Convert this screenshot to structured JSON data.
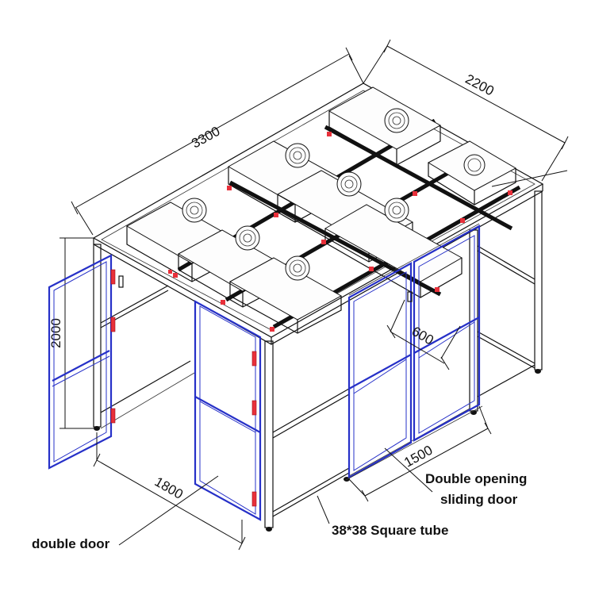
{
  "dimensions": {
    "length": "3300",
    "width": "2200",
    "height": "2000",
    "front_span": "1800",
    "sliding_span": "1500",
    "end_width": "600"
  },
  "labels": {
    "sliding_door_line1": "Double opening",
    "sliding_door_line2": "sliding door",
    "square_tube": "38*38 Square tube",
    "double_door": "double door"
  },
  "colors": {
    "frame": "#111111",
    "door_frame": "#2630c8",
    "joint": "#e8303a"
  }
}
